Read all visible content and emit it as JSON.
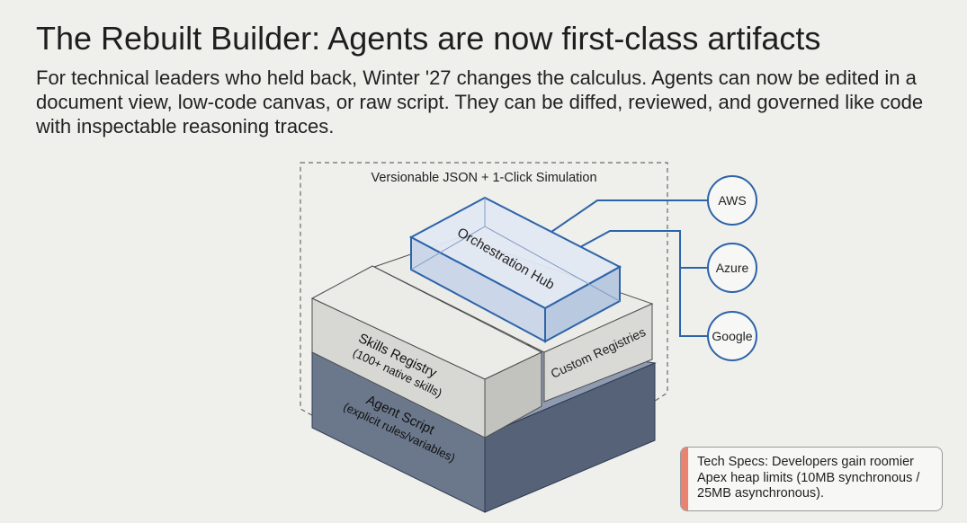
{
  "slide": {
    "title": "The Rebuilt Builder: Agents are now first-class artifacts",
    "subtitle": "For technical leaders who held back, Winter '27 changes the calculus. Agents can now be edited in a document view, low-code canvas, or raw script. They can be diffed, reviewed, and governed like code with inspectable reasoning traces."
  },
  "diagram": {
    "boundary_label": "Versionable JSON + 1-Click Simulation",
    "layers": {
      "hub": "Orchestration Hub",
      "skills_title": "Skills Registry",
      "skills_sub": "(100+ native skills)",
      "custom": "Custom Registries",
      "agent_title": "Agent Script",
      "agent_sub": "(explicit rules/variables)"
    },
    "clouds": [
      "AWS",
      "Azure",
      "Google"
    ],
    "colors": {
      "accent_blue": "#2d63a8",
      "agent_script_fill": "#5d6b80",
      "callout_accent": "#e9836f"
    }
  },
  "callout": {
    "text": "Tech Specs: Developers gain roomier Apex heap limits (10MB synchronous / 25MB asynchronous)."
  }
}
